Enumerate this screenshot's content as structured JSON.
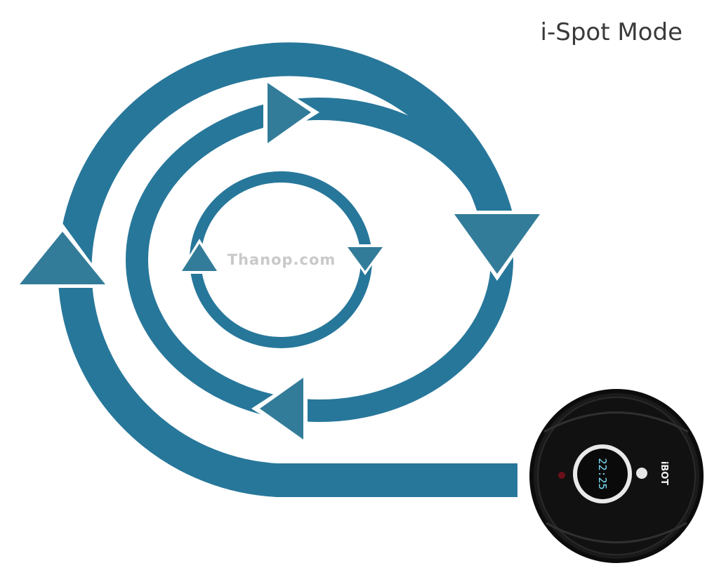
{
  "title": "i-Spot Mode",
  "watermark": "Thanop.com",
  "robot": {
    "brand": "iBOT",
    "display": "22:25"
  },
  "colors": {
    "path": "#27779a",
    "arrow": "#337c99",
    "robot_body": "#111111"
  }
}
